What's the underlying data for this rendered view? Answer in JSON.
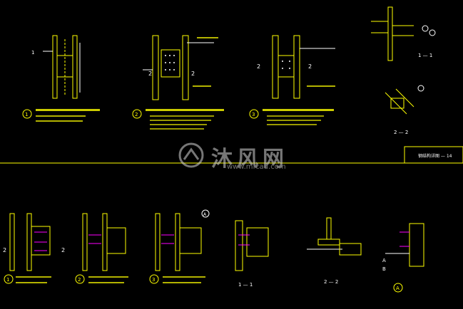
{
  "title_block": {
    "text": "钢结构详图 — 14"
  },
  "watermark": {
    "logo_text": "沐风网",
    "url": "www.mfcad.com"
  },
  "labels": {
    "section_1_1": "1 — 1",
    "section_2_2": "2 — 2",
    "num_1": "1",
    "num_2": "2",
    "num_3": "3",
    "mark_A": "A",
    "mark_B": "B",
    "mark_2": "2"
  },
  "colors": {
    "background": "#000000",
    "steel": "#ffff00",
    "dimension": "#ffffff",
    "weld": "#ff00ff",
    "bolt": "#ffffff",
    "annotation": "#ffff00",
    "frame": "#ffff00",
    "cyan": "#00ffff"
  }
}
